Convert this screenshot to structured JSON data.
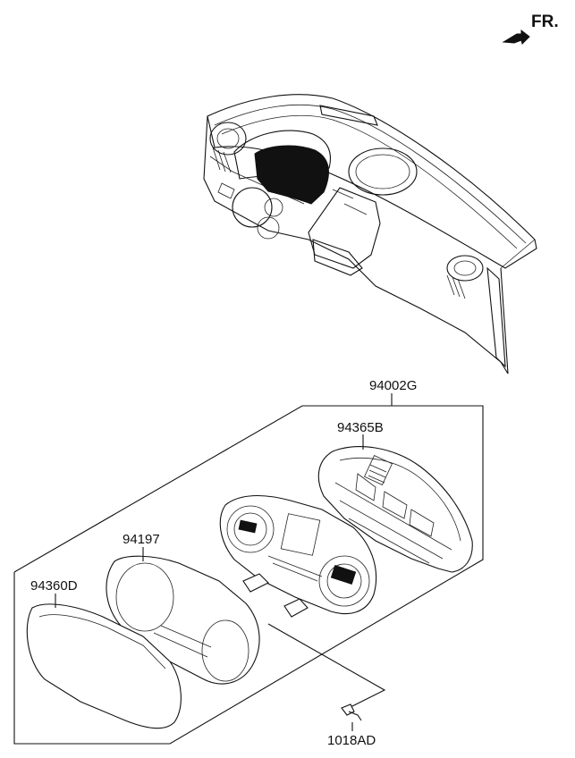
{
  "direction_label": "FR.",
  "parts": [
    {
      "id": "assembly",
      "number": "94002G"
    },
    {
      "id": "case",
      "number": "94365B"
    },
    {
      "id": "facia",
      "number": "94197"
    },
    {
      "id": "glass",
      "number": "94360D"
    },
    {
      "id": "screw",
      "number": "1018AD"
    }
  ],
  "icons": {
    "direction": "arrow-icon",
    "dashboard": "dashboard-illustration"
  }
}
